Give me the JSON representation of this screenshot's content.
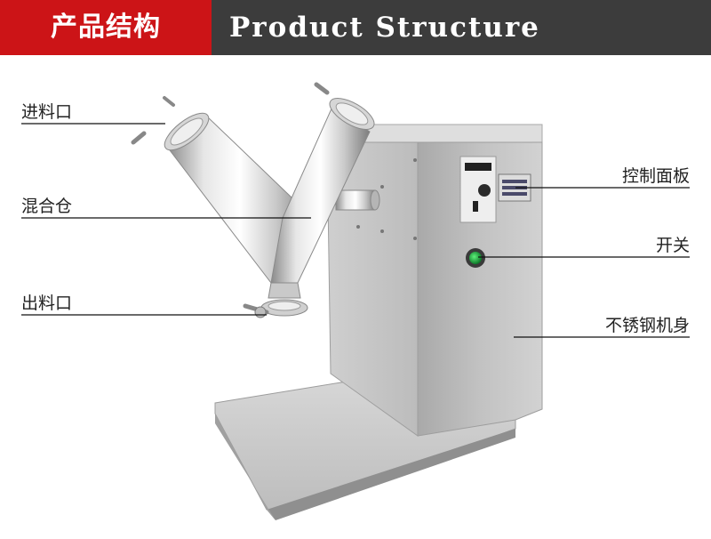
{
  "header": {
    "title_cn": "产品结构",
    "title_en": "Product Structure",
    "accent_color": "#cc1417",
    "bar_color": "#3c3c3c"
  },
  "labels": {
    "inlet": "进料口",
    "mixing_chamber": "混合仓",
    "outlet": "出料口",
    "control_panel": "控制面板",
    "switch": "开关",
    "stainless_body": "不锈钢机身"
  }
}
